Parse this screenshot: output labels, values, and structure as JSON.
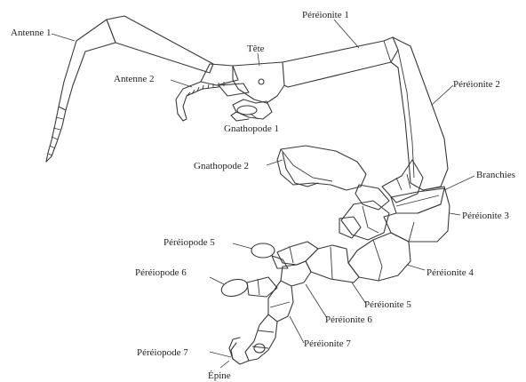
{
  "labels": {
    "antenne1": "Antenne 1",
    "antenne2": "Antenne 2",
    "tete": "Tête",
    "pereionite1": "Péréionite 1",
    "pereionite2": "Péréionite 2",
    "gnathopode1": "Gnathopode 1",
    "gnathopode2": "Gnathopode 2",
    "branchies": "Branchies",
    "pereionite3": "Péréionite 3",
    "pereiopode5": "Péréiopode 5",
    "pereionite4": "Péréionite 4",
    "pereiopode6": "Péréiopode 6",
    "pereionite5": "Péréionite 5",
    "pereionite6": "Péréionite 6",
    "pereionite7": "Péréionite 7",
    "pereiopode7": "Péréiopode 7",
    "epine": "Épine"
  },
  "colors": {
    "line": "#3a3a3a",
    "text": "#222222",
    "background": "#ffffff"
  }
}
